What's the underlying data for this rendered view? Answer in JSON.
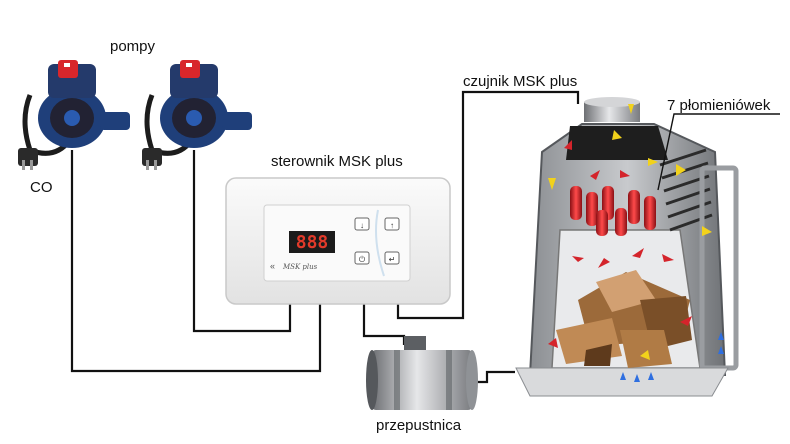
{
  "labels": {
    "pumps": "pompy",
    "co": "CO",
    "controller": "sterownik MSK plus",
    "sensor": "czujnik MSK plus",
    "flames": "7 płomieniówek",
    "damper": "przepustnica"
  },
  "controller_panel": {
    "display": "888",
    "brand": "MSK plus",
    "buttons": [
      "↓",
      "↑",
      "⏻",
      "↵"
    ]
  },
  "colors": {
    "wire": "#111111",
    "pump_body": "#1f3f7a",
    "pump_knob": "#d8262b",
    "controller_case": "#f4f4f4",
    "display_bg": "#1b1b1b",
    "display_digits": "#e23a2a",
    "flue_tubes": "#d4242b",
    "fire_arrows": "#d4242b",
    "air_arrows": "#f2d21b",
    "intake_arrows": "#2f6fe0"
  }
}
